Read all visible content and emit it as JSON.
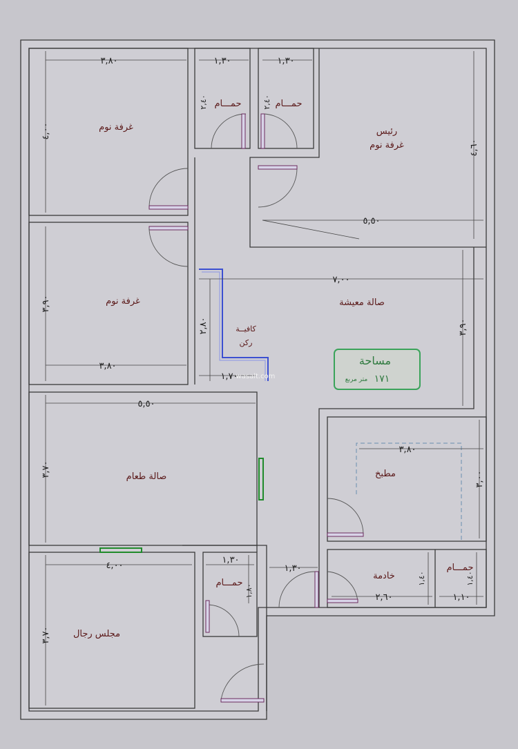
{
  "rooms": {
    "bedroom_1": "غرفة نوم",
    "bathroom_1": "حمـــام",
    "bathroom_2": "حمـــام",
    "master_bedroom_line1": "رئيس",
    "master_bedroom_line2": "غرفة نوم",
    "bedroom_2": "غرفة نوم",
    "living_hall": "صالة معيشة",
    "corner_cafe_line1": "كافيــة",
    "corner_cafe_line2": "ركن",
    "dining_hall": "صالة طعام",
    "kitchen": "مطبخ",
    "bathroom_3": "حمـــام",
    "maid_room": "خادمة",
    "bathroom_4": "حمـــام",
    "majlis": "مجلس رجال"
  },
  "dimensions": {
    "bedroom_1_width": "٣,٨٠",
    "bedroom_1_height": "٤,٠٠",
    "bath1_width": "١,٣٠",
    "bath1_height": "٢,٤٠",
    "bath2_width": "١,٣٠",
    "bath2_height": "٢,٤٠",
    "master_height": "٤,٦٠",
    "master_width": "٥,٥٠",
    "bedroom_2_height": "٣,٩٠",
    "bedroom_2_width": "٣,٨٠",
    "living_width": "٧,٠٠",
    "living_height": "٣,٩٠",
    "corridor_height": "٢,٨٠",
    "corridor_width": "١,٧٠",
    "dining_width": "٥,٥٠",
    "dining_height": "٣,٧٠",
    "kitchen_width": "٣,٨٠",
    "kitchen_height": "٣,٠٠",
    "majlis_width": "٤,٠٠",
    "majlis_height": "٣,٧٠",
    "bath3_width": "١,٣٠",
    "bath3_height": "١,٨٠",
    "entry_width": "١,٣٠",
    "maid_width": "٢,٦٠",
    "maid_height": "١,٤٠",
    "bath4_height": "١,٤٠",
    "bath4_width": "١,١٠"
  },
  "area_box": {
    "title": "مساحة",
    "value": "١٧١",
    "unit": "متر مربع"
  },
  "watermark": "wasalt.com",
  "colors": {
    "background": "#c7c6cc",
    "walls": "#3a3a3a",
    "room_text": "#5a1818",
    "area_box_border": "#3aa35a",
    "area_box_text": "#2f7a3f",
    "cafe_outline": "#3b4fd1",
    "door_leaf": "#6b2b5e",
    "window_green": "#1f8a2a"
  }
}
